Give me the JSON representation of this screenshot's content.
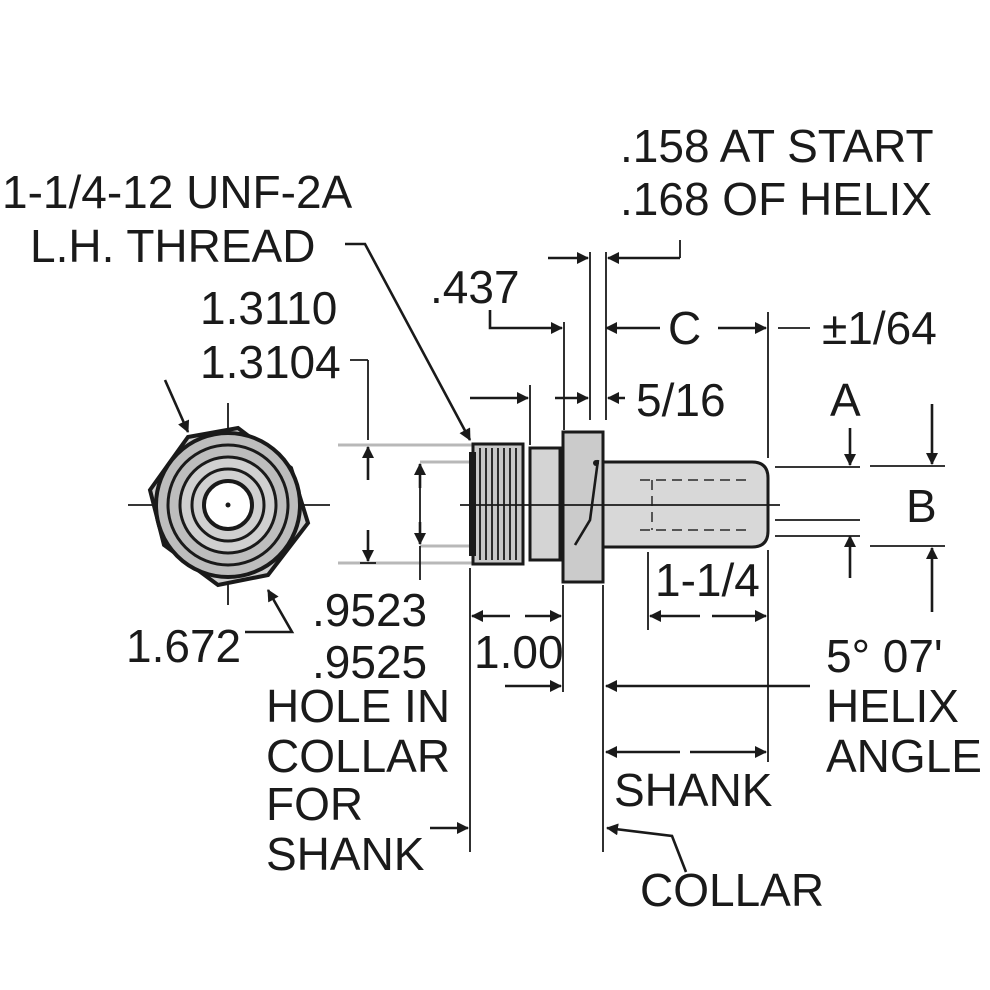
{
  "labels": {
    "thread_spec": "1-1/4-12 UNF-2A",
    "thread_type": "L.H. THREAD",
    "helix_start_1": ".158 AT START",
    "helix_start_2": ".168 OF HELIX",
    "dim_437": ".437",
    "dim_c": "C",
    "tol_c": "±1/64",
    "dia_max": "1.3110",
    "dia_min": "1.3104",
    "dim_5_16": "5/16",
    "dim_a": "A",
    "dim_b": "B",
    "dim_1_1_4": "1-1/4",
    "dim_1672": "1.672",
    "hole_max": ".9523",
    "hole_min": ".9525",
    "dim_100": "1.00",
    "helix_angle_1": "5° 07'",
    "helix_angle_2": "HELIX",
    "helix_angle_3": "ANGLE",
    "hole_note_1": "HOLE IN",
    "hole_note_2": "COLLAR",
    "hole_note_3": "FOR",
    "hole_note_4": "SHANK",
    "shank_label": "SHANK",
    "collar_label": "COLLAR"
  }
}
